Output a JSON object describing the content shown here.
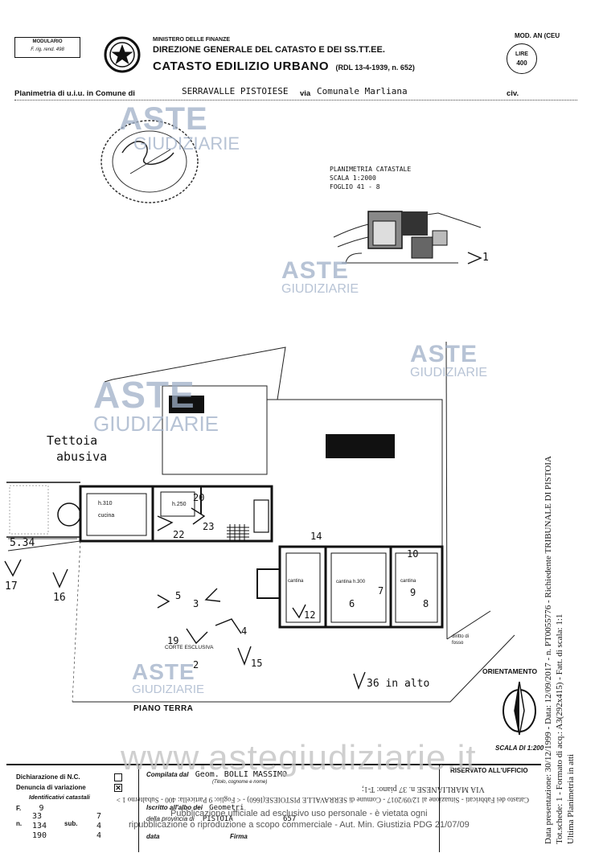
{
  "header": {
    "modulario_line1": "MODULARIO",
    "modulario_line2": "F. rig. rend. 498",
    "ministry": "MINISTERO DELLE FINANZE",
    "direzione": "DIREZIONE GENERALE DEL CATASTO E DEI SS.TT.EE.",
    "catasto_title": "CATASTO EDILIZIO URBANO",
    "rdl": "(RDL 13-4-1939, n. 652)",
    "mod": "MOD. AN (CEU",
    "stamp_line1": "LIRE",
    "stamp_line2": "400"
  },
  "planimetria_row": {
    "label_prefix": "Planimetria di u.i.u. in Comune di",
    "comune": "SERRAVALLE PISTOIESE",
    "via_label": "via",
    "via_value": "Comunale Marliana",
    "civ_label": "civ."
  },
  "estratto": {
    "line1": "PLANIMETRIA CATASTALE",
    "line2": "SCALA 1:2000",
    "line3": "FOGLIO 41 - 8",
    "sub_num": "1"
  },
  "plan": {
    "tettoia_line1": "Tettoia",
    "tettoia_line2": "abusiva",
    "dimension": "5.34",
    "room_cucina": "cucina",
    "room_cucina_h": "h.310",
    "room_h250": "h.250",
    "num_20": "20",
    "num_22": "22",
    "num_23": "23",
    "num_14": "14",
    "num_10": "10",
    "num_12": "12",
    "num_6": "6",
    "num_7": "7",
    "num_8": "8",
    "num_9": "9",
    "num_17": "17",
    "num_16": "16",
    "num_5": "5",
    "num_3": "3",
    "num_4": "4",
    "num_19": "19",
    "num_2": "2",
    "num_15": "15",
    "cantina_1": "cantina",
    "cantina_2": "cantina h.300",
    "cantina_3": "cantina",
    "corte": "CORTE ESCLUSIVA",
    "sub36": "36 in alto",
    "diritto": "diritto di fosso",
    "orientamento": "ORIENTAMENTO",
    "piano_terra": "PIANO TERRA",
    "scala": "SCALA DI 1:200"
  },
  "footer": {
    "dichiarazione": "Dichiarazione di N.C.",
    "denuncia": "Denuncia di variazione",
    "identificativi": "Identificativi catastali",
    "f_label": "F.",
    "f_value": "9",
    "n_label": "n.",
    "sub_label": "sub.",
    "n_values": [
      "33",
      "134",
      "190"
    ],
    "sub_values": [
      "7",
      "4",
      "4"
    ],
    "compilata_label": "Compilata dal",
    "compilata_value": "Geom. BOLLI MASSIMO",
    "compilata_sub": "(Titolo, cognome e nome)",
    "iscritto_label": "Iscritto all'albo dei",
    "iscritto_value": "Geometri",
    "provincia_label": "della provincia di",
    "provincia_value": "PISTOIA",
    "albo_num": "657",
    "data_label": "data",
    "firma_label": "Firma",
    "riservato": "RISERVATO ALL'UFFICIO"
  },
  "watermark": {
    "brand1": "ASTE",
    "brand2": "GIUDIZIARIE",
    "site": "www.astegiudiziarie.it",
    "line1": "Pubblicazione ufficiale ad esclusivo uso personale - è vietata ogni",
    "line2": "ripubblicazione o riproduzione a scopo commerciale - Aut. Min. Giustizia PDG 21/07/09"
  },
  "side_text": {
    "line1": "Data presentazione: 30/12/1999 - Data: 12/09/2017 - n. PT0055776 - Richiedente TRIBUNALE DI PISTOIA",
    "line2": "Tot.schede: 1 - Formato di acq.: A3(292x415) - Fatt. di scala: 1:1",
    "line3": "Ultima Planimetria in atti",
    "line4": "VIA MARLIANESE n. 37 piano: T-1;",
    "line5": "Catasto dei Fabbricati - Situazione al 12/09/2017 - Comune di SERRAVALLE PISTOIESE(I660) - < Foglio: 9 Particella: 400 - Subalterno 1 >"
  }
}
